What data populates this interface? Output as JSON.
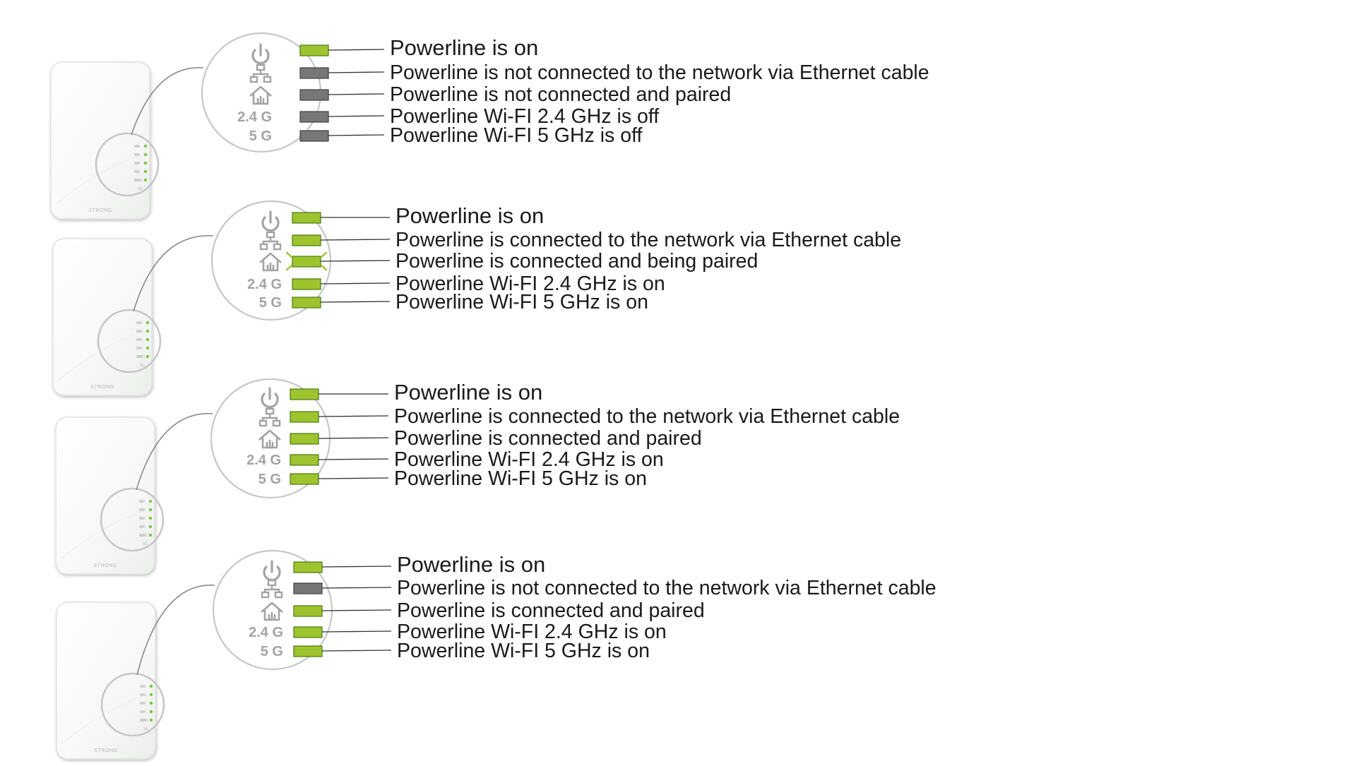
{
  "brand": "STRONG",
  "band_labels": {
    "ghz24": "2.4 G",
    "ghz5": "5 G"
  },
  "device_tiny_labels": [
    "2.4G",
    "5G"
  ],
  "icons": [
    "power-icon",
    "ethernet-network-icon",
    "home-pairing-icon"
  ],
  "colors": {
    "led_on": "#9dc32f",
    "led_off": "#777777",
    "led_on_border": "#4a7a10",
    "led_off_border": "#3f3f3f",
    "led_dot": "#7ac943",
    "text": "#1a1a1a",
    "band_text": "#a3a3a3",
    "outline": "#c7c7c7"
  },
  "panels": [
    {
      "leds": [
        {
          "state": "on",
          "label": "Powerline is on"
        },
        {
          "state": "off",
          "label": "Powerline is not connected to the network via Ethernet cable"
        },
        {
          "state": "off",
          "label": "Powerline is not connected and paired"
        },
        {
          "state": "off",
          "label": "Powerline Wi-FI 2.4 GHz is off"
        },
        {
          "state": "off",
          "label": "Powerline Wi-FI 5 GHz is off"
        }
      ]
    },
    {
      "leds": [
        {
          "state": "on",
          "label": "Powerline is on"
        },
        {
          "state": "on",
          "label": "Powerline is connected to the network via Ethernet cable"
        },
        {
          "state": "blinking",
          "label": "Powerline is connected and being paired"
        },
        {
          "state": "on",
          "label": "Powerline Wi-FI 2.4 GHz is on"
        },
        {
          "state": "on",
          "label": "Powerline Wi-FI 5 GHz is on"
        }
      ]
    },
    {
      "leds": [
        {
          "state": "on",
          "label": "Powerline is on"
        },
        {
          "state": "on",
          "label": "Powerline is connected to the network via Ethernet cable"
        },
        {
          "state": "on",
          "label": "Powerline is connected and paired"
        },
        {
          "state": "on",
          "label": "Powerline Wi-FI 2.4 GHz is on"
        },
        {
          "state": "on",
          "label": "Powerline Wi-FI 5 GHz is on"
        }
      ]
    },
    {
      "leds": [
        {
          "state": "on",
          "label": "Powerline is on"
        },
        {
          "state": "off",
          "label": "Powerline is not connected to the network via Ethernet cable"
        },
        {
          "state": "on",
          "label": "Powerline is connected and paired"
        },
        {
          "state": "on",
          "label": "Powerline Wi-FI 2.4 GHz is on"
        },
        {
          "state": "on",
          "label": "Powerline Wi-FI 5 GHz is on"
        }
      ]
    }
  ]
}
